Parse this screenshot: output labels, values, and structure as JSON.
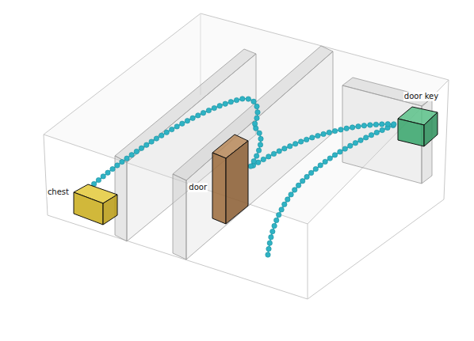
{
  "diagram": {
    "nodes": [
      {
        "text": [
          "chest"
        ]
      },
      {
        "text": [
          "door"
        ]
      },
      {
        "text": [
          "door key"
        ]
      }
    ]
  }
}
